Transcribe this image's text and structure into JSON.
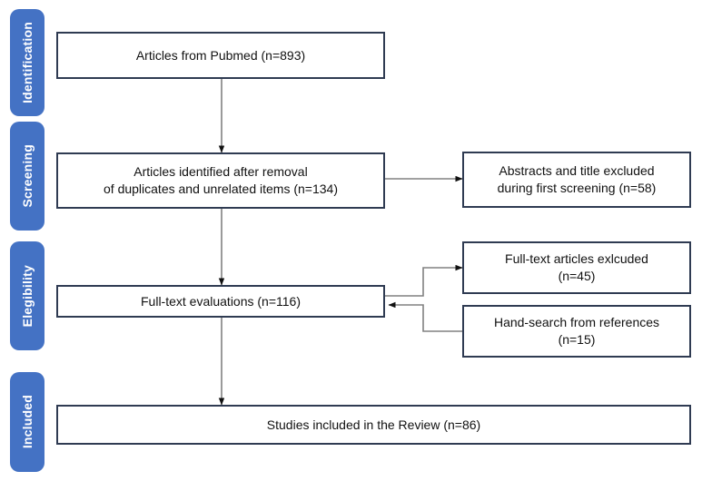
{
  "diagram": {
    "type": "prisma-flow-diagram",
    "colors": {
      "stage_tab_blue": "#4472C4",
      "box_border_navy": "#2F3B52",
      "connector_gray": "#808080",
      "arrowhead_black": "#111111",
      "text": "#111111",
      "background": "#ffffff"
    },
    "stages": [
      {
        "id": "identification",
        "label": "Identification"
      },
      {
        "id": "screening",
        "label": "Screening"
      },
      {
        "id": "eligibility",
        "label": "Elegibility"
      },
      {
        "id": "included",
        "label": "Included"
      }
    ],
    "boxes": [
      {
        "id": "records-identified",
        "text": "Articles from Pubmed (n=893)",
        "count": 893
      },
      {
        "id": "records-after-duplicates",
        "text": "Articles identified after removal\nof duplicates and unrelated items (n=134)",
        "count": 134
      },
      {
        "id": "records-excluded-screening",
        "text": "Abstracts and title excluded\nduring first screening (n=58)",
        "count": 58
      },
      {
        "id": "full-text-assessed",
        "text": "Full-text evaluations (n=116)",
        "count": 116
      },
      {
        "id": "full-text-excluded",
        "text": "Full-text articles exlcuded\n(n=45)",
        "count": 45
      },
      {
        "id": "hand-search-added",
        "text": "Hand-search from references\n(n=15)",
        "count": 15
      },
      {
        "id": "studies-included",
        "text": "Studies included in the Review (n=86)",
        "count": 86
      }
    ]
  }
}
